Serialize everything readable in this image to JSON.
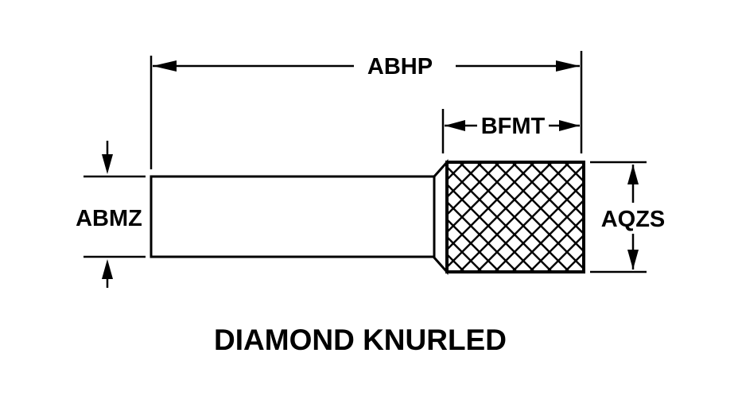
{
  "labels": {
    "overall_length": "ABHP",
    "knurl_length": "BFMT",
    "shank_diameter": "ABMZ",
    "knurl_diameter": "AQZS"
  },
  "title": "DIAMOND KNURLED",
  "colors": {
    "stroke": "#000000",
    "background": "#ffffff"
  }
}
